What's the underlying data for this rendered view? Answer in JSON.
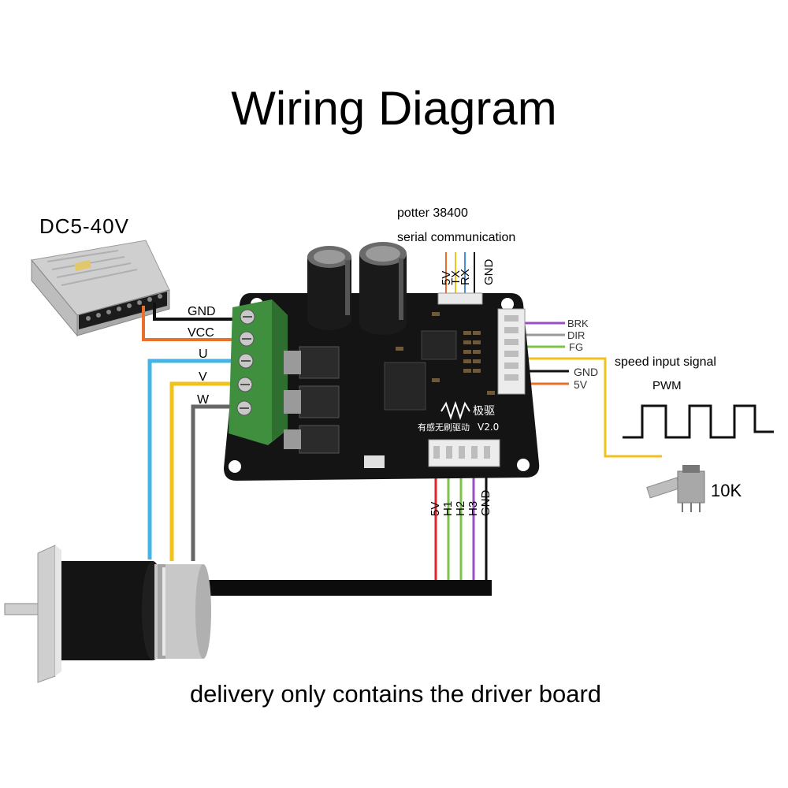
{
  "title": "Wiring Diagram",
  "footer": "delivery only contains the driver board",
  "power_supply": {
    "label": "DC5-40V"
  },
  "power_terminals": [
    "GND",
    "VCC",
    "U",
    "V",
    "W"
  ],
  "serial": {
    "line1": "potter 38400",
    "line2": "serial communication",
    "pins": [
      "5V",
      "TX",
      "RX",
      "GND"
    ]
  },
  "control_pins": [
    "BRK",
    "DIR",
    "FG"
  ],
  "speed_input": {
    "label": "speed input signal",
    "pins": [
      "GND",
      "5V"
    ],
    "pwm_label": "PWM"
  },
  "potentiometer": {
    "label": "10K"
  },
  "hall_pins": [
    "5V",
    "H1",
    "H2",
    "H3",
    "GND"
  ],
  "board": {
    "model": "V2.0",
    "brand": "极驱",
    "subtitle": "有感无刷驱动"
  },
  "colors": {
    "red": "#d9262b",
    "orange": "#e8702a",
    "black": "#111111",
    "cyan": "#45b4e4",
    "yellow": "#f2c21c",
    "gray": "#666666",
    "purple": "#9b4fc6",
    "green": "#7fc24a",
    "blue": "#4a90d9",
    "board": "#141414"
  }
}
